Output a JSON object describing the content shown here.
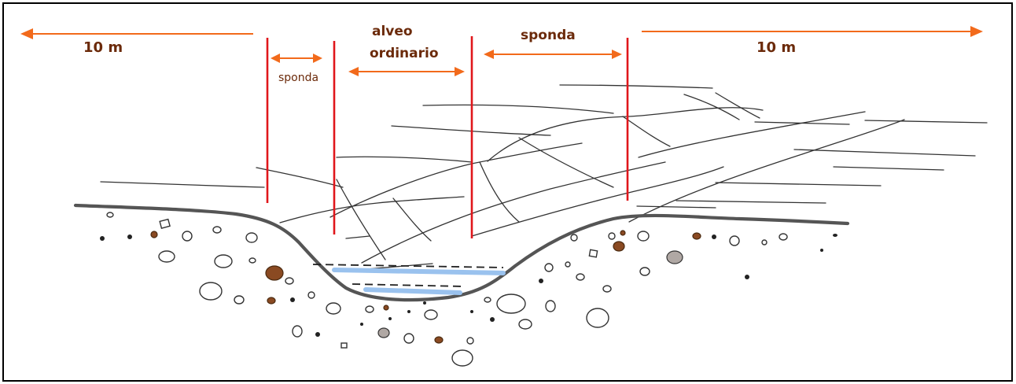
{
  "labels": {
    "left_distance": "10 m",
    "right_distance": "10 m",
    "left_bank": "sponda",
    "right_bank": "sponda",
    "channel_line1": "alveo",
    "channel_line2": "ordinario"
  },
  "colors": {
    "border": "#000000",
    "text": "#6b2a0a",
    "arrow": "#f26a1b",
    "pole": "#e0161b",
    "water": "#9ac2ee",
    "sketch": "#333333",
    "ground": "#555555",
    "brown_stone": "#8a4a22",
    "grey_stone": "#b0a8a4"
  }
}
